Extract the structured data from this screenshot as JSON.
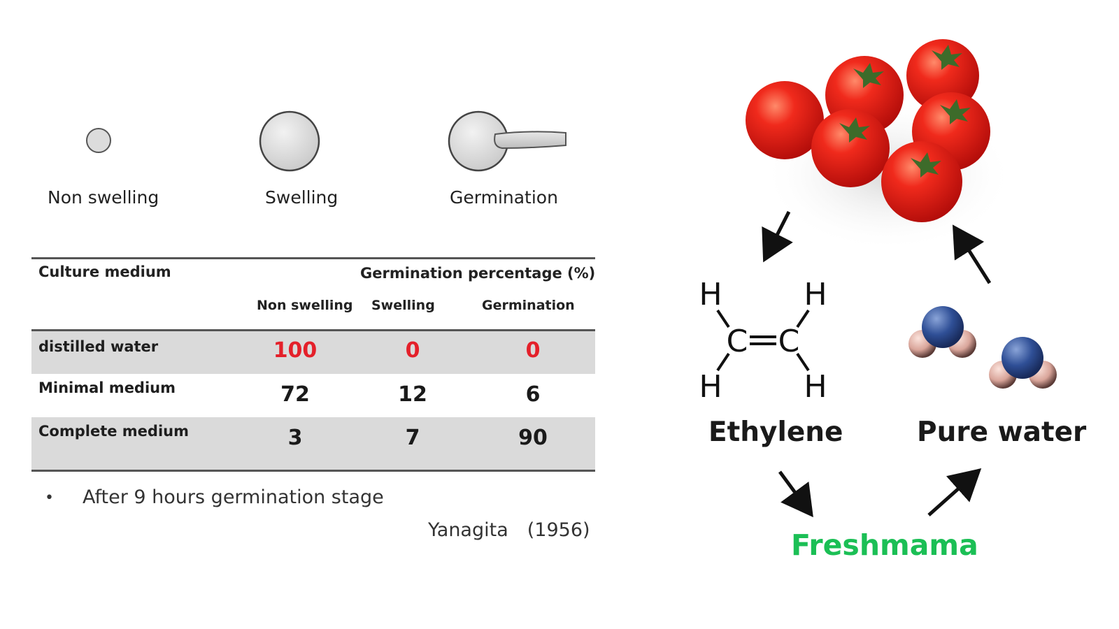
{
  "stages": [
    {
      "label": "Non swelling",
      "icon": "small-circle-icon"
    },
    {
      "label": "Swelling",
      "icon": "large-circle-icon"
    },
    {
      "label": "Germination",
      "icon": "germinating-spore-icon"
    }
  ],
  "table": {
    "header_left": "Culture medium",
    "header_right": "Germination percentage (%)",
    "columns": [
      "Non swelling",
      "Swelling",
      "Germination"
    ],
    "rows": [
      {
        "label": "distilled water",
        "values": [
          "100",
          "0",
          "0"
        ],
        "highlight": true,
        "value_color": "#e4202a"
      },
      {
        "label": "Minimal medium",
        "values": [
          "72",
          "12",
          "6"
        ],
        "highlight": false
      },
      {
        "label": "Complete medium",
        "values": [
          "3",
          "7",
          "90"
        ],
        "highlight": true
      }
    ],
    "row_band_color": "#dadada"
  },
  "notes": {
    "bullet_text": "After 9 hours germination stage",
    "citation": "Yanagita　(1956)"
  },
  "ethylene": {
    "atoms": {
      "h_top_left": "H",
      "h_top_right": "H",
      "c_left": "C",
      "c_right": "C",
      "h_bottom_left": "H",
      "h_bottom_right": "H"
    },
    "label": "Ethylene"
  },
  "water": {
    "label": "Pure water",
    "icon": "water-molecule-icon"
  },
  "brand": {
    "label": "Freshmama",
    "color": "#1bbf55"
  },
  "image": {
    "subject": "tomatoes-photo",
    "fruit_color": "#e8221a"
  }
}
